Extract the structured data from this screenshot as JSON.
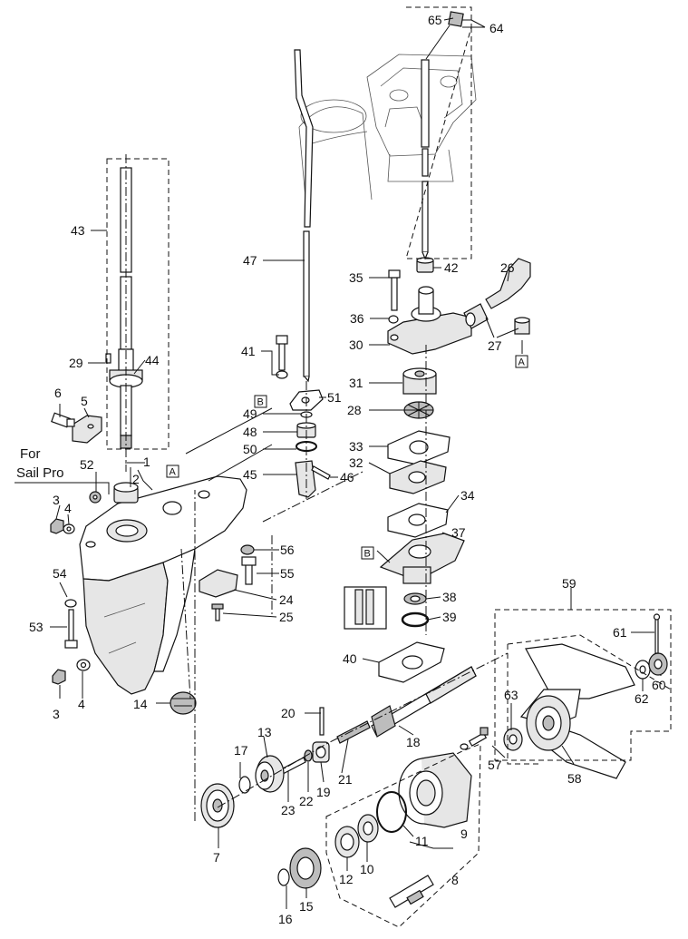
{
  "note": {
    "line1": "For",
    "line2": "Sail Pro"
  },
  "ref_box_label": "A",
  "ref_box_b_label": "B",
  "parts": {
    "p1": "1",
    "p2": "2",
    "p3a": "3",
    "p3b": "3",
    "p4a": "4",
    "p4b": "4",
    "p5": "5",
    "p6": "6",
    "p7": "7",
    "p8": "8",
    "p9": "9",
    "p10": "10",
    "p11": "11",
    "p12": "12",
    "p13": "13",
    "p14": "14",
    "p15": "15",
    "p16": "16",
    "p17": "17",
    "p18": "18",
    "p19": "19",
    "p20": "20",
    "p21": "21",
    "p22": "22",
    "p23": "23",
    "p24": "24",
    "p25": "25",
    "p26": "26",
    "p27": "27",
    "p28": "28",
    "p29": "29",
    "p30": "30",
    "p31": "31",
    "p32": "32",
    "p33": "33",
    "p34": "34",
    "p35": "35",
    "p36": "36",
    "p37": "37",
    "p38": "38",
    "p39": "39",
    "p40": "40",
    "p41": "41",
    "p42": "42",
    "p43": "43",
    "p44": "44",
    "p45": "45",
    "p46": "46",
    "p47": "47",
    "p48": "48",
    "p49": "49",
    "p50": "50",
    "p51": "51",
    "p52": "52",
    "p53": "53",
    "p54": "54",
    "p55": "55",
    "p56": "56",
    "p57": "57",
    "p58": "58",
    "p59": "59",
    "p60": "60",
    "p61": "61",
    "p62": "62",
    "p63": "63",
    "p64": "64",
    "p65": "65"
  }
}
